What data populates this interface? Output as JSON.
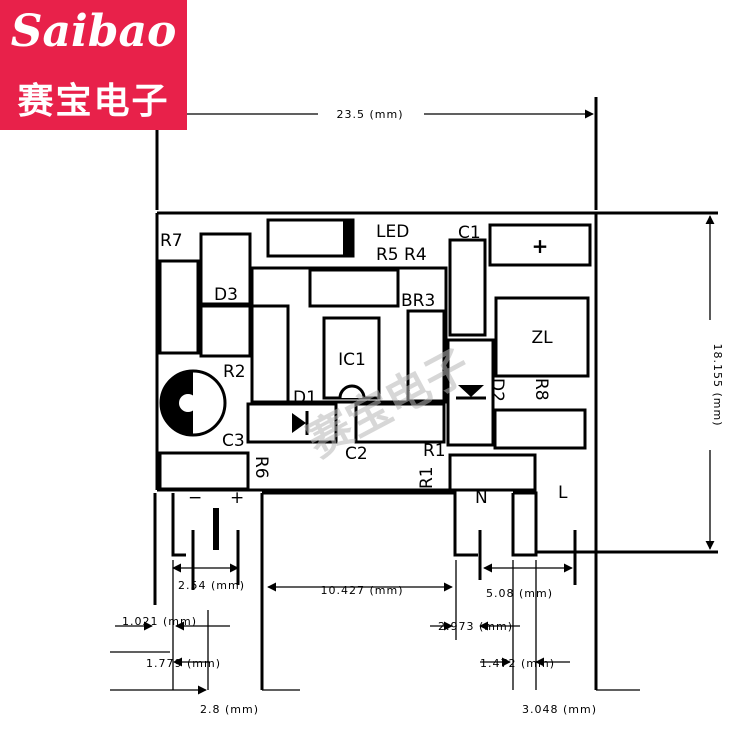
{
  "logo": {
    "brand": "Saibao",
    "chinese": "赛宝电子",
    "background": "#e8214a"
  },
  "watermark": "赛宝电子",
  "labels": {
    "R7": "R7",
    "LED": "LED",
    "C1": "C1",
    "R5R4": "R5 R4",
    "plus": "+",
    "D3": "D3",
    "BR3": "BR3",
    "ZL": "ZL",
    "IC1": "IC1",
    "R2": "R2",
    "D1": "D1",
    "D2": "D2",
    "R8": "R8",
    "C3": "C3",
    "C2": "C2",
    "R1a": "R1",
    "R1b": "R1",
    "R6": "R6",
    "minus": "−",
    "plus2": "+",
    "N": "N",
    "L": "L"
  },
  "dimensions": {
    "width": "23.5 (mm)",
    "height": "18.155 (mm)",
    "d2_54": "2.54 (mm)",
    "d10_427": "10.427 (mm)",
    "d5_08": "5.08 (mm)",
    "d1_021": "1.021 (mm)",
    "d2_973": "2.973 (mm)",
    "d1_779": "1.779 (mm)",
    "d1_472": "1.472 (mm)",
    "d2_8": "2.8 (mm)",
    "d3_048": "3.048 (mm)"
  }
}
